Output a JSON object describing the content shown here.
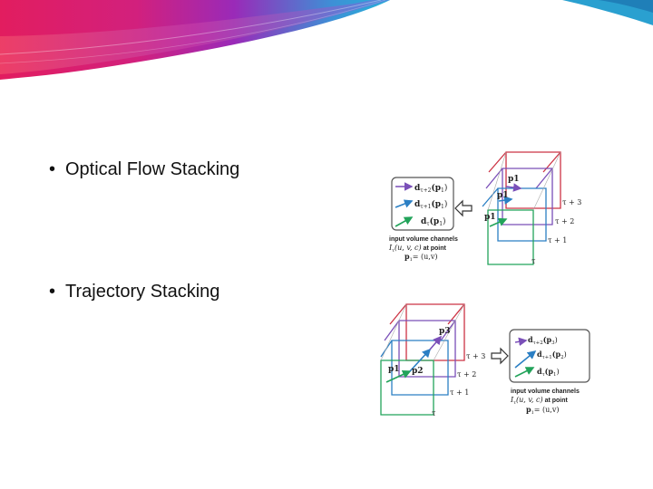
{
  "slide": {
    "bullets": [
      {
        "marker": "•",
        "text": "Optical Flow Stacking"
      },
      {
        "marker": "•",
        "text": "Trajectory Stacking"
      }
    ]
  },
  "figure_optical_flow": {
    "panel_rows": [
      "d",
      "τ+2",
      "(p",
      "1",
      ")",
      "d",
      "τ+1",
      "(p",
      "1",
      ")",
      "d",
      "τ",
      "(p",
      "1",
      ")"
    ],
    "caption_line1": "input volume channels",
    "caption_line2_math": "I",
    "caption_line2_sub": "τ",
    "caption_line2_args": "(u, v, c)",
    "caption_line2_tail": "at point",
    "caption_line3": "p",
    "caption_line3_sub": "1",
    "caption_line3_tail": "= (u,v)",
    "cube_labels": {
      "p_top": "p1",
      "p_mid": "p1",
      "p_front": "p1"
    },
    "depth_labels": [
      "τ + 3",
      "τ + 2",
      "τ + 1",
      "τ"
    ]
  },
  "figure_trajectory": {
    "cube_labels": {
      "p3": "p3",
      "p1": "p1",
      "p2": "p2"
    },
    "depth_labels": [
      "τ + 3",
      "τ + 2",
      "τ + 1",
      "τ"
    ],
    "caption_line1": "input volume channels",
    "caption_line2_math": "I",
    "caption_line2_sub": "τ",
    "caption_line2_args": "(u, v, c)",
    "caption_line2_tail": "at point",
    "caption_line3": "p",
    "caption_line3_sub": "1",
    "caption_line3_tail": "= (u,v)",
    "panel_rows": [
      "d",
      "τ+2",
      "(p",
      "3",
      ")",
      "d",
      "τ+1",
      "(p",
      "2",
      ")",
      "d",
      "τ",
      "(p",
      "1",
      ")"
    ]
  },
  "colors": {
    "red": "#cc3344",
    "purple": "#7a4fb8",
    "blue": "#2b7fc4",
    "green": "#22a35a",
    "banner_pink": "#e8206e",
    "banner_blue": "#2aa8d8"
  }
}
